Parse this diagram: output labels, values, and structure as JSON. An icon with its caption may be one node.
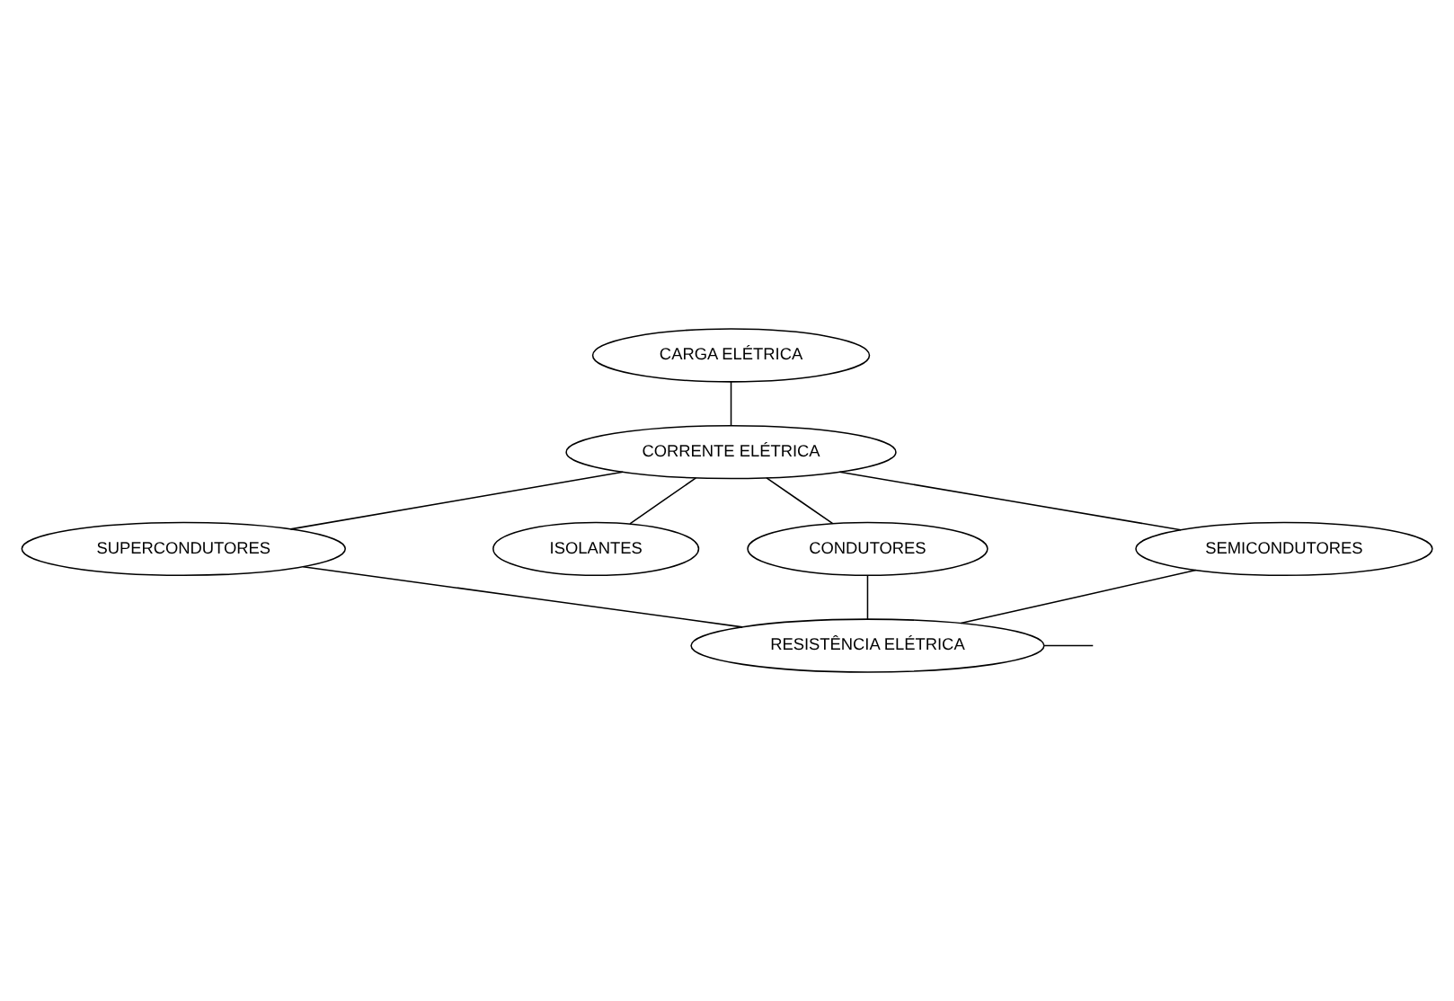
{
  "diagram": {
    "nodes": [
      {
        "text": [
          "CARGA ELÉTRICA"
        ]
      },
      {
        "text": [
          "CORRENTE ELÉTRICA"
        ]
      },
      {
        "text": [
          "SUPERCONDUTORES"
        ]
      },
      {
        "text": [
          "ISOLANTES"
        ]
      },
      {
        "text": [
          "CONDUTORES"
        ]
      },
      {
        "text": [
          "SEMICONDUTORES"
        ]
      },
      {
        "text": [
          "RESISTÊNCIA ELÉTRICA"
        ]
      }
    ],
    "edges": [
      {
        "from": 0,
        "to": 1,
        "arrow": "none"
      },
      {
        "from": 1,
        "to": 2,
        "arrow": "none"
      },
      {
        "from": 1,
        "to": 3,
        "arrow": "none"
      },
      {
        "from": 1,
        "to": 4,
        "arrow": "none"
      },
      {
        "from": 1,
        "to": 5,
        "arrow": "none"
      },
      {
        "from": 4,
        "to": 6,
        "arrow": "none"
      },
      {
        "from": 5,
        "to": 6,
        "arrow": "none"
      },
      {
        "from": 2,
        "to": 6,
        "arrow": "none"
      },
      {
        "from": 6,
        "to": null,
        "arrow": "none"
      }
    ]
  }
}
